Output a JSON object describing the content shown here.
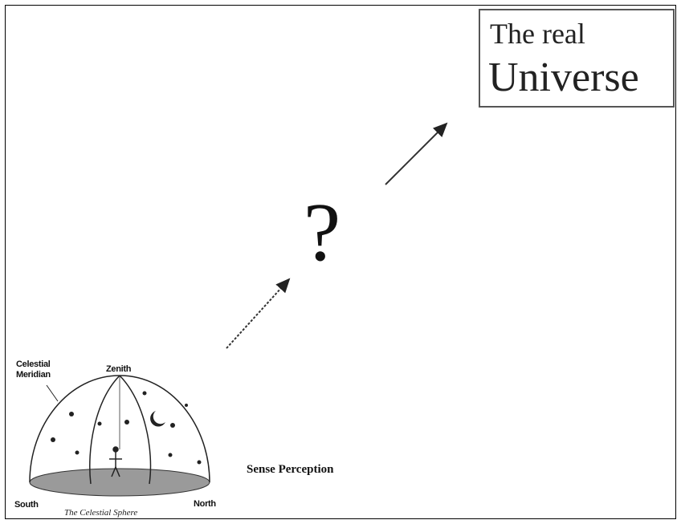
{
  "box": {
    "line1": "The real",
    "line2": "Universe"
  },
  "center": {
    "question": "?"
  },
  "sense": {
    "label": "Sense Perception"
  },
  "sphere": {
    "meridian_line1": "Celestial",
    "meridian_line2": "Meridian",
    "zenith": "Zenith",
    "south": "South",
    "north": "North",
    "caption": "The Celestial Sphere"
  }
}
